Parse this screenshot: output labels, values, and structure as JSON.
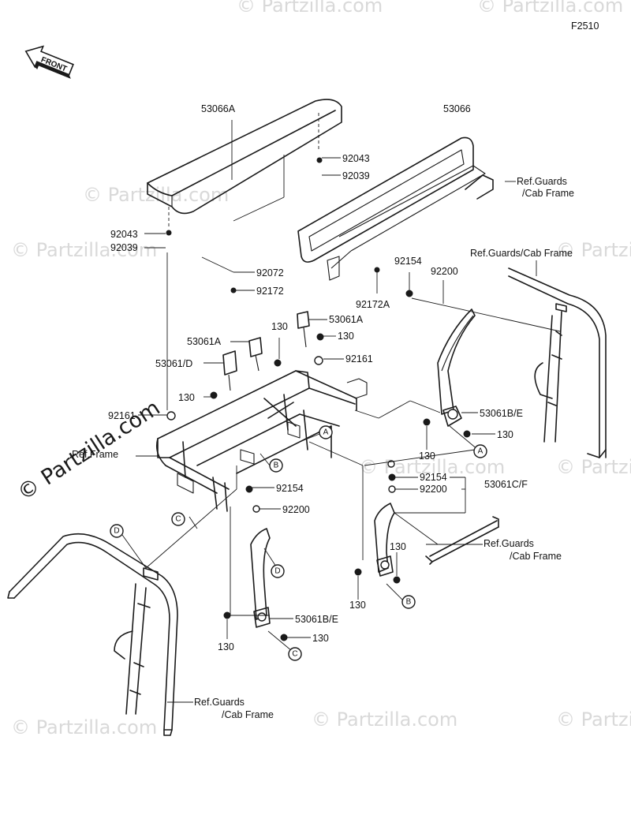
{
  "figure_code": "F2510",
  "front_label": "FRONT",
  "watermarks": [
    "© Partzilla.com",
    "© Partzilla.com"
  ],
  "callouts": [
    "A",
    "B",
    "C",
    "D"
  ],
  "ref_labels": {
    "ref_frame": "Ref.Frame",
    "guards_top_right_line1": "Ref.Guards",
    "guards_top_right_line2": "/Cab Frame",
    "guards_cab_frame_single": "Ref.Guards/Cab Frame",
    "guards_mid_right_line1": "Ref.Guards",
    "guards_mid_right_line2": "/Cab Frame",
    "guards_bottom_line1": "Ref.Guards",
    "guards_bottom_line2": "/Cab Frame"
  },
  "part_labels": {
    "p53066A": "53066A",
    "p53066": "53066",
    "p92043_r": "92043",
    "p92039_r": "92039",
    "p92043_l": "92043",
    "p92039_l": "92039",
    "p92072": "92072",
    "p92172": "92172",
    "p92172A": "92172A",
    "p92154_top": "92154",
    "p92200_top": "92200",
    "p53061A_r": "53061A",
    "p130_a": "130",
    "p53061A_l": "53061A",
    "p130_b": "130",
    "p92161_r": "92161",
    "p53061D": "53061/D",
    "p130_c": "130",
    "p92161_l": "92161",
    "p53061BE_r": "53061B/E",
    "p130_d": "130",
    "p130_e": "130",
    "p92154_mid": "92154",
    "p92200_mid": "92200",
    "p92154_cf": "92154",
    "p92200_cf": "92200",
    "p53061CF": "53061C/F",
    "p130_f": "130",
    "p130_g": "130",
    "p53061BE_l": "53061B/E",
    "p130_h": "130",
    "p130_i": "130"
  }
}
